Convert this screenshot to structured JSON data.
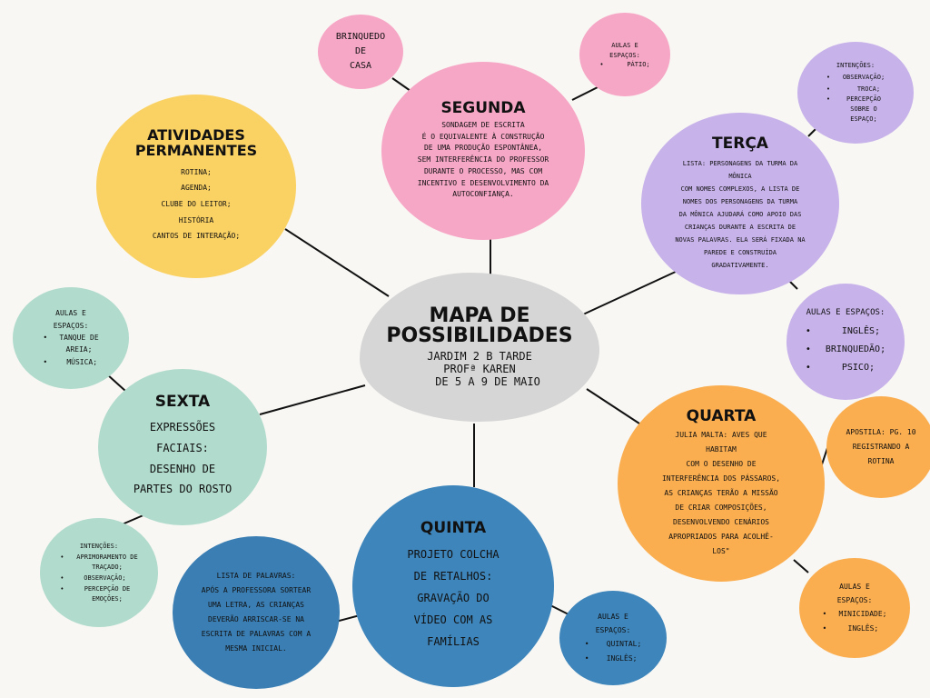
{
  "center": {
    "title_line1": "MAPA DE",
    "title_line2": "POSSIBILIDADES",
    "sub1": "JARDIM 2 B TARDE",
    "sub2": "PROFª KAREN",
    "sub3": "DE 5 A 9 DE MAIO"
  },
  "segunda": {
    "title": "SEGUNDA",
    "body": "SONDAGEM DE ESCRITA\nÉ O EQUIVALENTE À CONSTRUÇÃO\nDE UMA PRODUÇÃO ESPONTÂNEA,\nSEM INTERFERÊNCIA DO PROFESSOR\nDURANTE O PROCESSO, MAS COM\nINCENTIVO E DESENVOLVIMENTO DA\nAUTOCONFIANÇA.",
    "brinquedo": "BRINQUEDO\nDE\nCASA",
    "aulas_heading": "AULAS E\nESPAÇOS:",
    "aulas_items": [
      "PÁTIO;"
    ]
  },
  "atividades": {
    "title": "ATIVIDADES\nPERMANENTES",
    "body": "ROTINA;\nAGENDA;\nCLUBE DO LEITOR;\nHISTÓRIA\nCANTOS DE INTERAÇÃO;"
  },
  "terca": {
    "title": "TERÇA",
    "body": "LISTA: PERSONAGENS DA TURMA DA\nMÔNICA\nCOM NOMES COMPLEXOS, A LISTA DE\nNOMES DOS PERSONAGENS DA TURMA\nDA MÔNICA AJUDARÁ COMO APOIO DAS\nCRIANÇAS DURANTE A ESCRITA DE\nNOVAS PALAVRAS. ELA SERÁ FIXADA NA\nPAREDE E CONSTRUÍDA\nGRADATIVAMENTE.",
    "intencoes_heading": "INTENÇÕES:",
    "intencoes_items": [
      "OBSERVAÇÃO;",
      "TROCA;",
      "PERCEPÇÃO\nSOBRE O\nESPAÇO;"
    ],
    "aulas_heading": "AULAS E ESPAÇOS:",
    "aulas_items": [
      "INGLÊS;",
      "BRINQUEDÃO;",
      "PSICO;"
    ]
  },
  "quarta": {
    "title": "QUARTA",
    "body": "JULIA MALTA: AVES QUE\nHABITAM\nCOM O DESENHO DE\nINTERFERÊNCIA DOS PÁSSAROS,\nAS CRIANÇAS TERÃO A MISSÃO\nDE CRIAR COMPOSIÇÕES,\nDESENVOLVENDO CENÁRIOS\nAPROPRIADOS PARA ACOLHÊ-\nLOS\"",
    "apostila": "APOSTILA: PG. 10\nREGISTRANDO A\nROTINA",
    "aulas_heading": "AULAS E\nESPAÇOS:",
    "aulas_items": [
      "MINICIDADE;",
      "INGLÊS;"
    ]
  },
  "quinta": {
    "title": "QUINTA",
    "body": "PROJETO COLCHA\nDE RETALHOS:\nGRAVAÇÃO DO\nVÍDEO COM AS\nFAMÍLIAS",
    "lista": "LISTA DE PALAVRAS:\nAPÓS A PROFESSORA SORTEAR\nUMA LETRA, AS CRIANÇAS\nDEVERÃO ARRISCAR-SE NA\nESCRITA DE PALAVRAS COM A\nMESMA INICIAL.",
    "aulas_heading": "AULAS E\nESPAÇOS:",
    "aulas_items": [
      "QUINTAL;",
      "INGLÊS;"
    ]
  },
  "sexta": {
    "title": "SEXTA",
    "body": "EXPRESSÕES\nFACIAIS:\nDESENHO DE\nPARTES DO ROSTO",
    "aulas_heading": "AULAS E\nESPAÇOS:",
    "aulas_items": [
      "TANQUE DE\nAREIA;",
      "MÚSICA;"
    ],
    "intencoes_heading": "INTENÇÕES:",
    "intencoes_items": [
      "APRIMORAMENTO DE\nTRAÇADO;",
      "OBSERVAÇÃO;",
      "PERCEPÇÃO DE\nEMOÇÕES;"
    ]
  },
  "colors": {
    "pink": "#f7a7c6",
    "yellow": "#fad163",
    "purple": "#c7b2ea",
    "orange": "#fbae50",
    "mint": "#b1dbcd",
    "blue": "#3d85bb",
    "gray": "#d6d6d6"
  }
}
